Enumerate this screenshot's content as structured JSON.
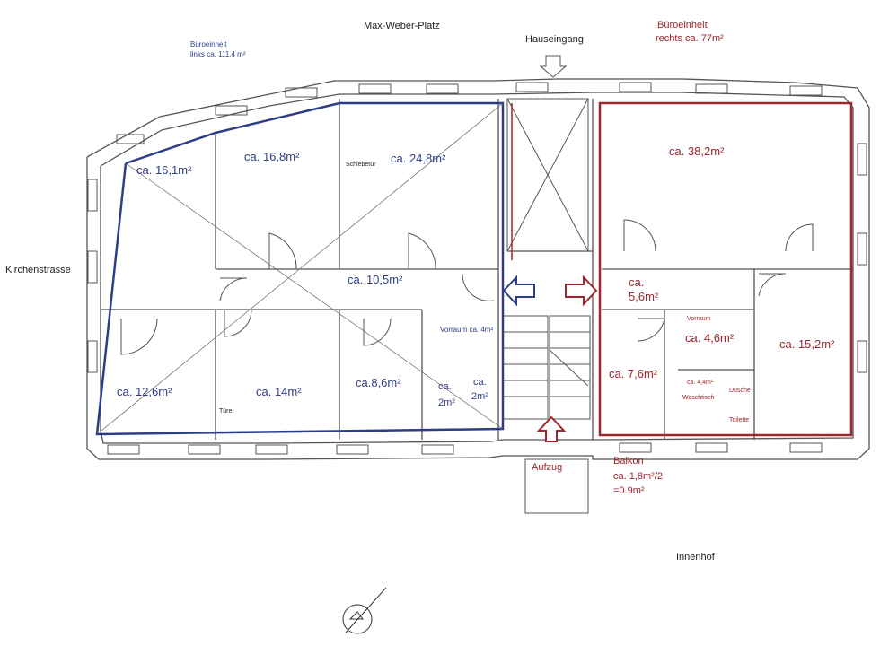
{
  "streets": {
    "top": "Max-Weber-Platz",
    "left": "Kirchenstrasse",
    "courtyard": "Innenhof"
  },
  "entrance": "Hauseingang",
  "units": {
    "left": {
      "line1": "Büroeinheit",
      "line2": "links ca. 111,4 m²",
      "color": "#2e3e86"
    },
    "right": {
      "line1": "Büroeinheit",
      "line2": "rechts ca. 77m²",
      "color": "#a0262c"
    }
  },
  "rooms_left": [
    {
      "id": "r1",
      "label": "ca. 16,1m²"
    },
    {
      "id": "r2",
      "label": "ca. 16,8m²"
    },
    {
      "id": "r3",
      "label": "ca. 24,8m²"
    },
    {
      "id": "r4",
      "label": "ca. 10,5m²"
    },
    {
      "id": "r5",
      "label": "ca. 12,6m²"
    },
    {
      "id": "r6",
      "label": "ca. 14m²"
    },
    {
      "id": "r7",
      "label": "ca.8,6m²"
    },
    {
      "id": "r8",
      "label": "Vorraum ca. 4m²"
    }
  ],
  "wc_left": {
    "a": "ca.",
    "a2": "2m²",
    "b": "ca.",
    "b2": "2m²"
  },
  "rooms_right": [
    {
      "id": "q1",
      "label": "ca. 38,2m²"
    },
    {
      "id": "q2",
      "label": "ca."
    },
    {
      "id": "q2b",
      "label": "5,6m²"
    },
    {
      "id": "q3",
      "label": "ca. 7,6m²"
    },
    {
      "id": "q4",
      "label": "ca. 4,6m²"
    },
    {
      "id": "q5",
      "label": "ca. 15,2m²"
    }
  ],
  "small_labels": {
    "schiebetuer": "Schiebetür",
    "tuere": "Türe",
    "vorraum": "Vorraum",
    "bath_area": "ca. 4,4m²",
    "waschtisch": "Waschtisch",
    "dusche": "Dusche",
    "toilette": "Toilette"
  },
  "aufzug": "Aufzug",
  "balkon": {
    "line1": "Balkon",
    "line2": "ca. 1,8m²/2",
    "line3": "=0.9m²"
  },
  "colors": {
    "left_unit": "#2e3e86",
    "right_unit": "#a0262c",
    "wall": "#555555"
  }
}
